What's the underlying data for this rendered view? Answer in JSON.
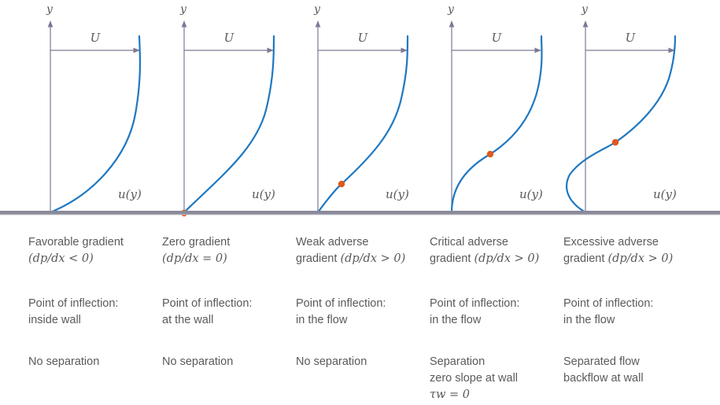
{
  "axis_labels": {
    "y": "y",
    "u_edge": "U",
    "profile": "u(y)"
  },
  "colors": {
    "profile": "#1f78c1",
    "inflection_point": "#e05a1e",
    "axis": "#7a7a95",
    "wall": "#8a8a9a",
    "text": "#5a5a5a"
  },
  "panels": [
    {
      "case": "favorable",
      "inflection_marker": false,
      "gradient": [
        "Favorable gradient",
        "(dp/dx < 0)"
      ],
      "inflection": [
        "Point of inflection:",
        "inside wall"
      ],
      "separation": [
        "No separation"
      ]
    },
    {
      "case": "zero",
      "inflection_marker": true,
      "gradient": [
        "Zero gradient",
        "(dp/dx = 0)"
      ],
      "inflection": [
        "Point of inflection:",
        "at the wall"
      ],
      "separation": [
        "No separation"
      ]
    },
    {
      "case": "weak-adverse",
      "inflection_marker": true,
      "gradient": [
        "Weak adverse",
        "gradient (dp/dx > 0)"
      ],
      "inflection": [
        "Point of inflection:",
        "in the flow"
      ],
      "separation": [
        "No separation"
      ]
    },
    {
      "case": "critical-adverse",
      "inflection_marker": true,
      "gradient": [
        "Critical adverse",
        "gradient (dp/dx > 0)"
      ],
      "inflection": [
        "Point of inflection:",
        "in the flow"
      ],
      "separation": [
        "Separation",
        "zero slope at wall",
        "τw = 0"
      ]
    },
    {
      "case": "excessive-adverse",
      "inflection_marker": true,
      "gradient": [
        "Excessive adverse",
        "gradient (dp/dx > 0)"
      ],
      "inflection": [
        "Point of inflection:",
        "in the flow"
      ],
      "separation": [
        "Separated flow",
        "backflow at wall"
      ]
    }
  ]
}
